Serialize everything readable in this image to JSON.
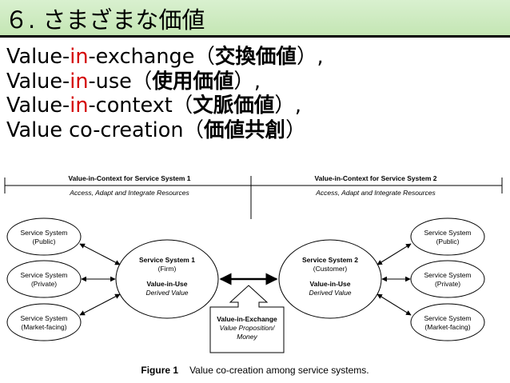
{
  "title": "６. さまざまな価値",
  "lines": [
    {
      "a": "Value-",
      "in": "in",
      "b": "-exchange（",
      "jp": "交換価値",
      "c": "）,"
    },
    {
      "a": "Value-",
      "in": "in",
      "b": "-use（",
      "jp": "使用価値",
      "c": "）,"
    },
    {
      "a": "Value-",
      "in": "in",
      "b": "-context（",
      "jp": "文脈価値",
      "c": "）,"
    },
    {
      "a": "Value co-creation（",
      "in": "",
      "b": "",
      "jp": "価値共創",
      "c": "）"
    }
  ],
  "colors": {
    "title_bg": "#c4e6b4",
    "highlight": "#d40000"
  },
  "diagram": {
    "left_header": "Value-in-Context for Service System 1",
    "left_sub": "Access, Adapt and Integrate Resources",
    "right_header": "Value-in-Context for Service System 2",
    "right_sub": "Access, Adapt and Integrate Resources",
    "left_small": [
      {
        "l1": "Service System",
        "l2": "(Public)"
      },
      {
        "l1": "Service System",
        "l2": "(Private)"
      },
      {
        "l1": "Service System",
        "l2": "(Market-facing)"
      }
    ],
    "right_small": [
      {
        "l1": "Service System",
        "l2": "(Public)"
      },
      {
        "l1": "Service System",
        "l2": "(Private)"
      },
      {
        "l1": "Service System",
        "l2": "(Market-facing)"
      }
    ],
    "ss1": {
      "name": "Service System 1",
      "sub": "(Firm)",
      "viu": "Value-in-Use",
      "dv": "Derived Value"
    },
    "ss2": {
      "name": "Service System 2",
      "sub": "(Customer)",
      "viu": "Value-in-Use",
      "dv": "Derived Value"
    },
    "exchange": {
      "name": "Value-in-Exchange",
      "l1": "Value Proposition/",
      "l2": "Money"
    }
  },
  "caption": {
    "label": "Figure 1",
    "text": "Value co-creation among service systems."
  }
}
